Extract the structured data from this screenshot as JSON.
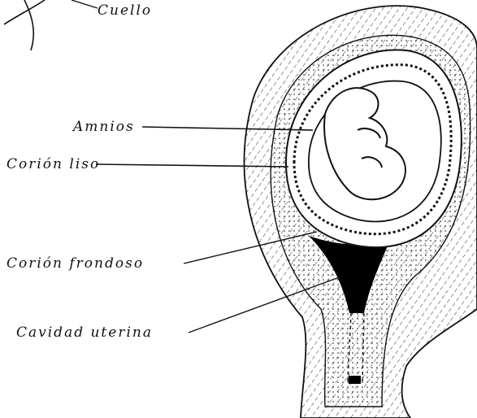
{
  "labels": {
    "cuello": "Cuello",
    "amnios": "Amnios",
    "corion_liso": "Corión liso",
    "corion_frondoso": "Corión frondoso",
    "cavidad_uterina": "Cavidad uterina"
  },
  "colors": {
    "ink": "#111111",
    "background": "#ffffff"
  }
}
